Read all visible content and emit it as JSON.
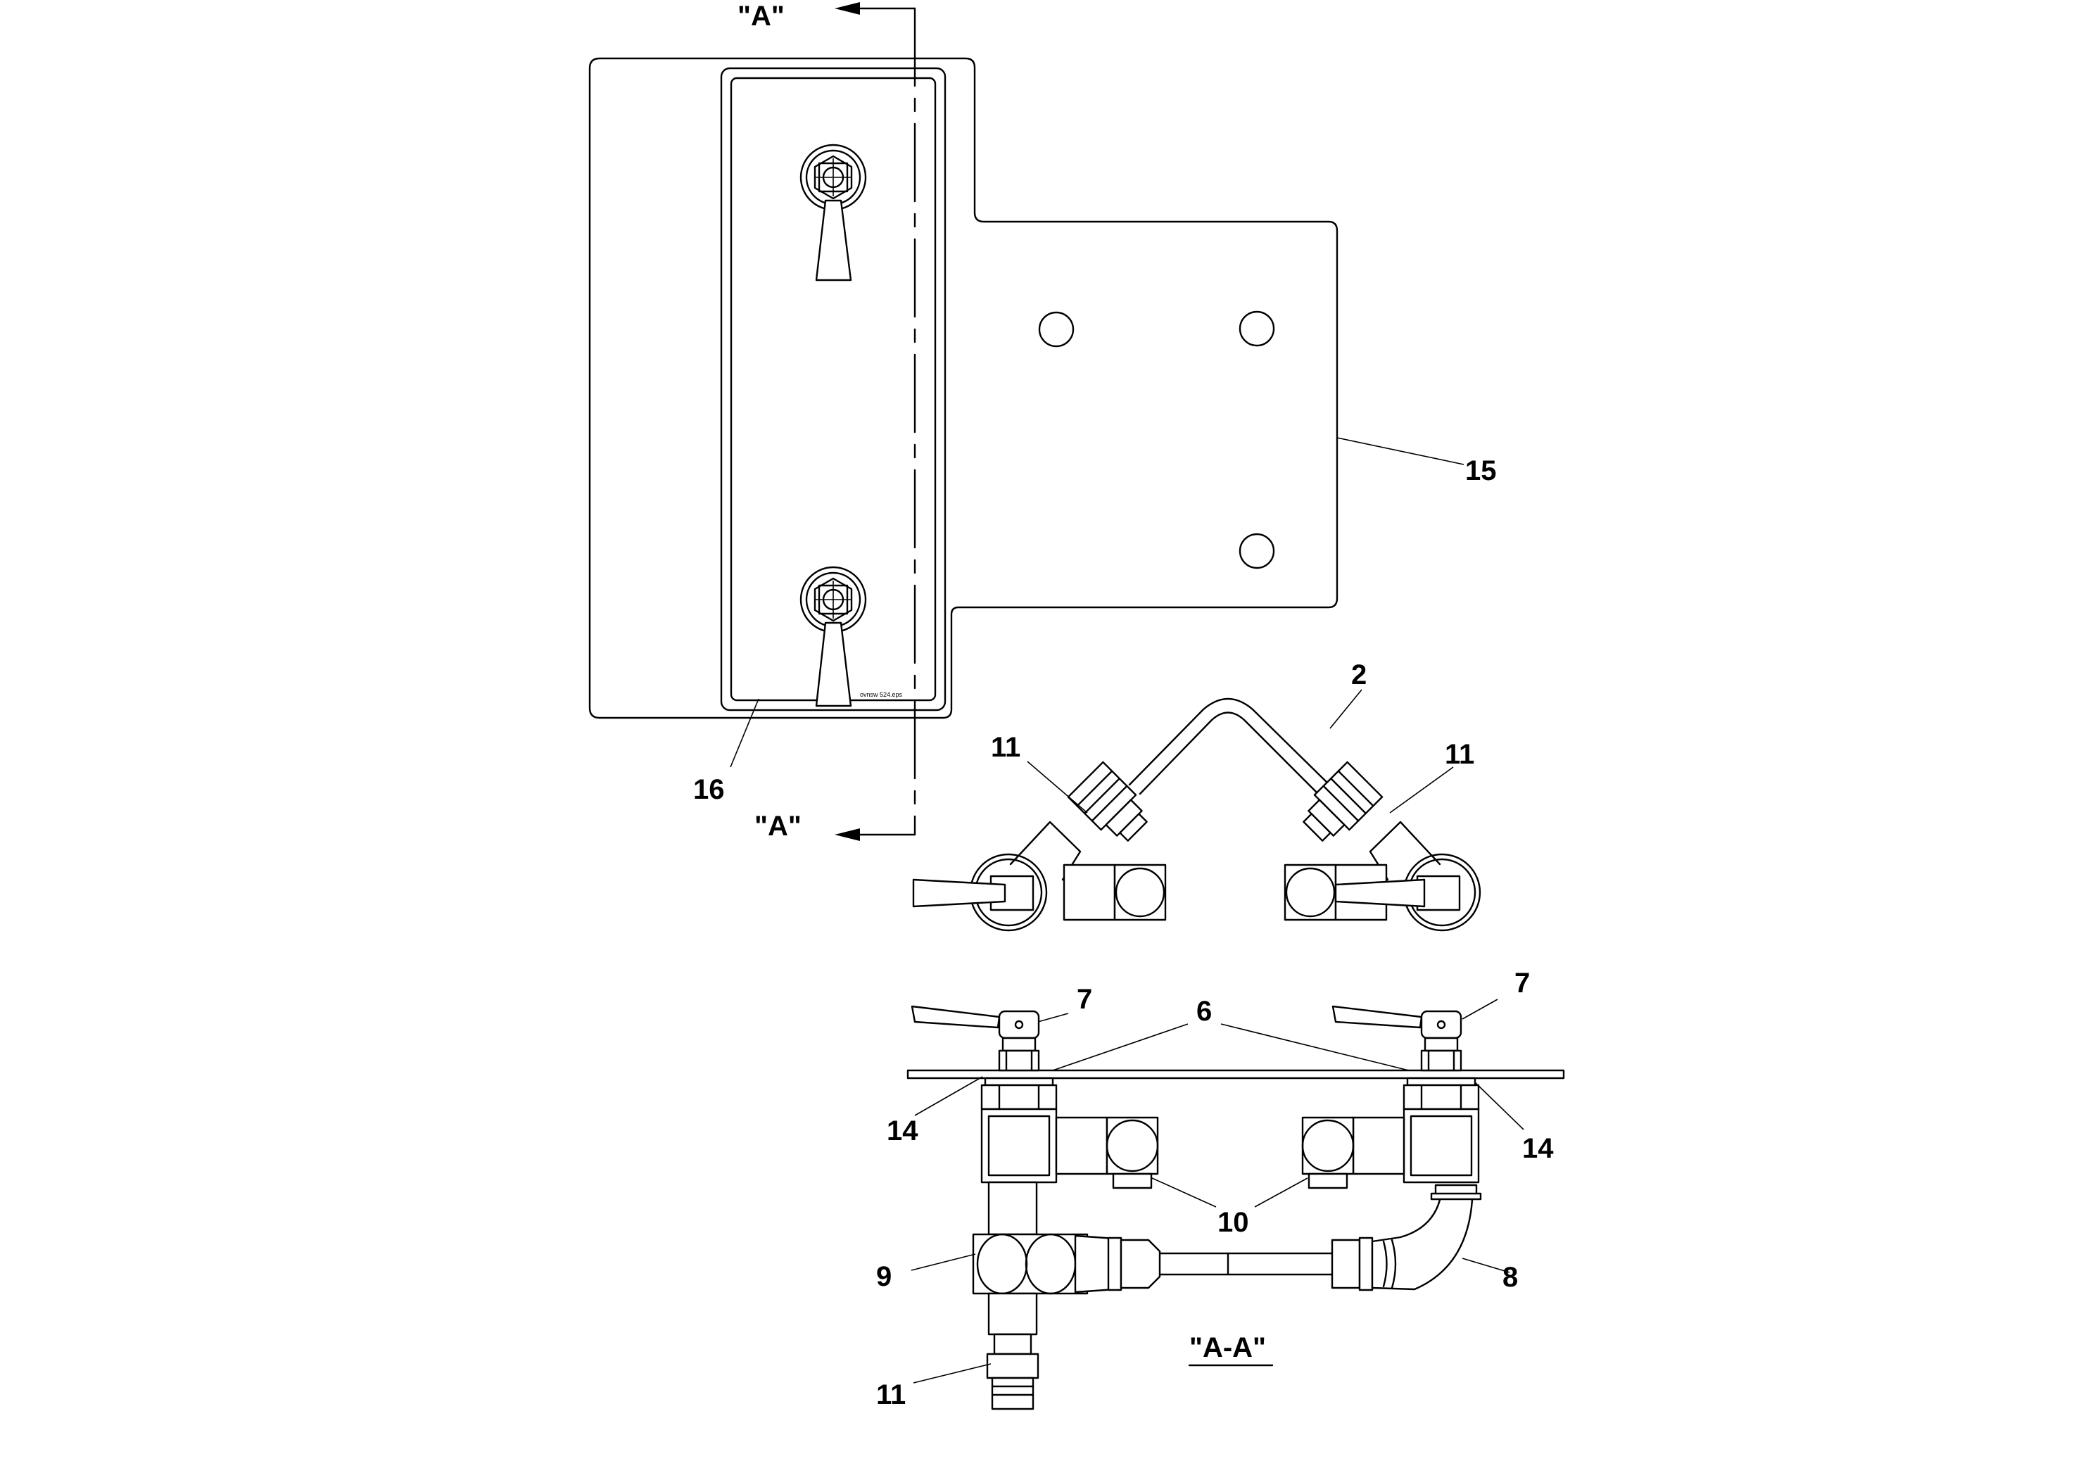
{
  "section_marks": {
    "top": "\"A\"",
    "bottom": "\"A\""
  },
  "view_title": "\"A-A\"",
  "plate_stamp": "ovnsw 524.eps",
  "callouts": {
    "c15": "15",
    "c16": "16",
    "c2": "2",
    "c11_left_mid": "11",
    "c11_right_mid": "11",
    "c7_left": "7",
    "c7_right": "7",
    "c6": "6",
    "c14_left": "14",
    "c14_right": "14",
    "c10": "10",
    "c9": "9",
    "c8": "8",
    "c11_bottom": "11"
  }
}
